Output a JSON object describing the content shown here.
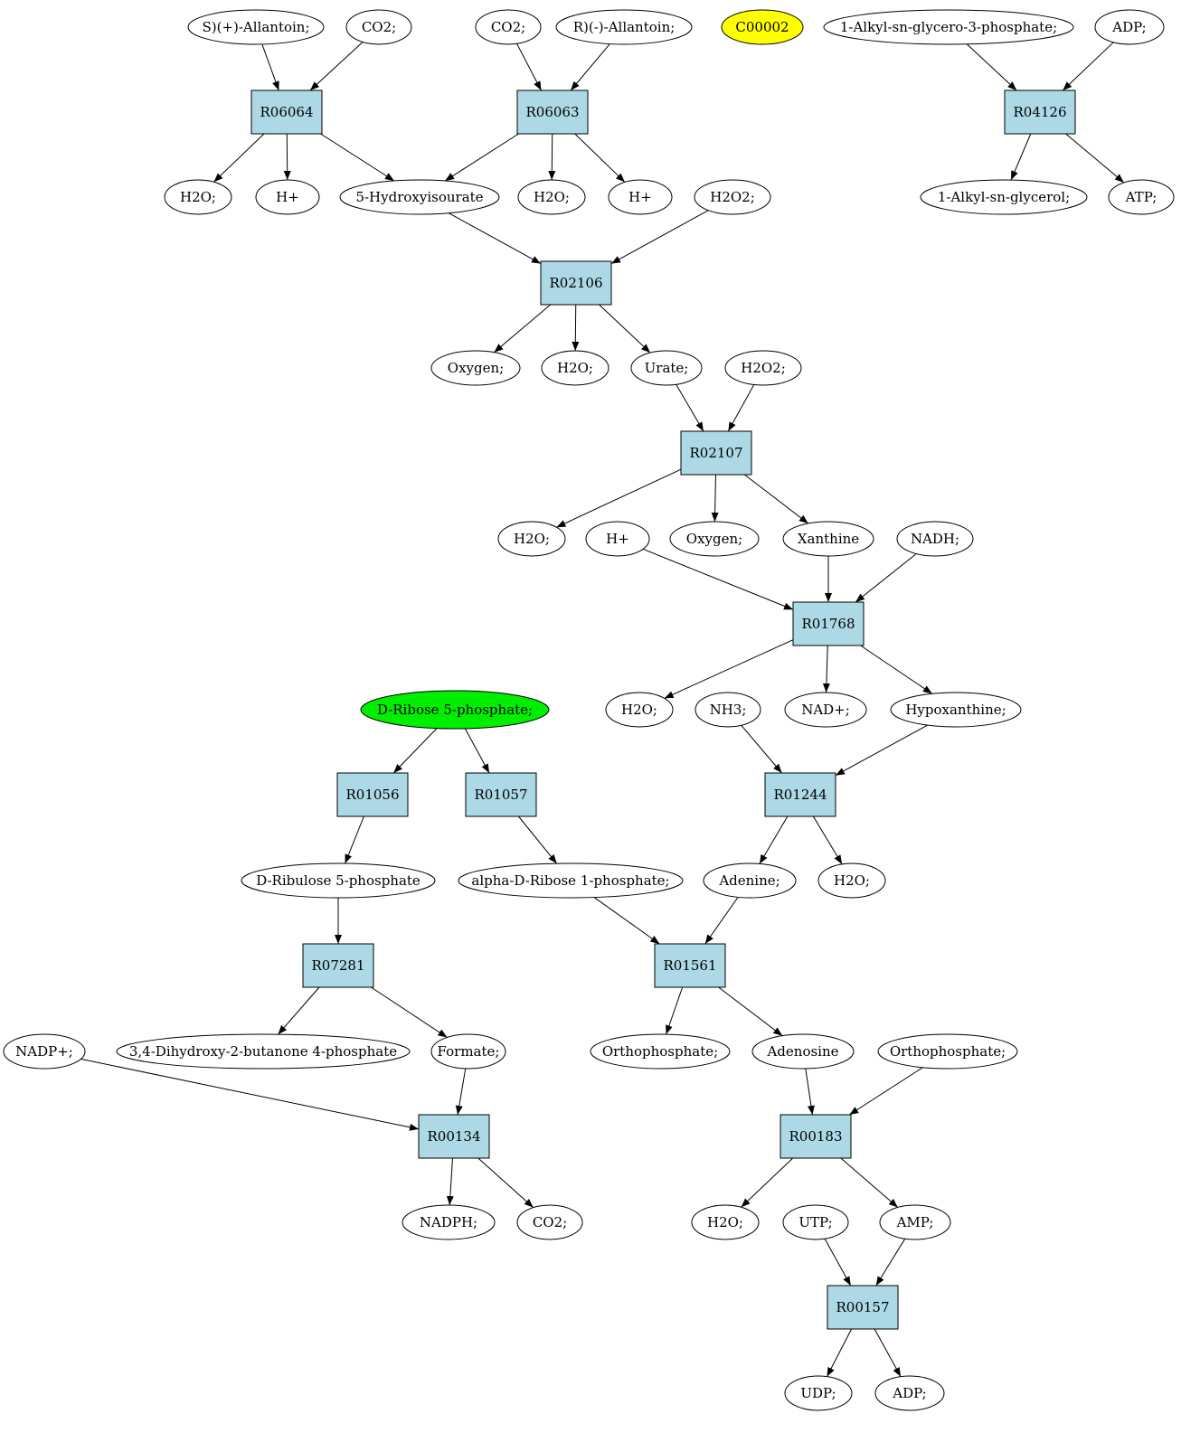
{
  "colors": {
    "reaction_fill": "#add8e6",
    "compound_fill": "#ffffff",
    "highlight_start": "#00ee00",
    "highlight_query": "#ffff00",
    "edge": "#000000"
  },
  "nodes": [
    {
      "id": "c1",
      "label": "S)(+)-Allantoin;",
      "kind": "compound"
    },
    {
      "id": "c2",
      "label": "CO2;",
      "kind": "compound"
    },
    {
      "id": "c3",
      "label": "CO2;",
      "kind": "compound"
    },
    {
      "id": "c4",
      "label": "R)(-)-Allantoin;",
      "kind": "compound"
    },
    {
      "id": "c5",
      "label": "C00002",
      "kind": "compound",
      "fill": "highlight_query"
    },
    {
      "id": "c6",
      "label": "1-Alkyl-sn-glycero-3-phosphate;",
      "kind": "compound"
    },
    {
      "id": "c7",
      "label": "ADP;",
      "kind": "compound"
    },
    {
      "id": "r1",
      "label": "R06064",
      "kind": "reaction"
    },
    {
      "id": "r2",
      "label": "R06063",
      "kind": "reaction"
    },
    {
      "id": "r3",
      "label": "R04126",
      "kind": "reaction"
    },
    {
      "id": "c8",
      "label": "H2O;",
      "kind": "compound"
    },
    {
      "id": "c9",
      "label": "H+",
      "kind": "compound"
    },
    {
      "id": "c10",
      "label": "5-Hydroxyisourate",
      "kind": "compound"
    },
    {
      "id": "c11",
      "label": "H2O;",
      "kind": "compound"
    },
    {
      "id": "c12",
      "label": "H+",
      "kind": "compound"
    },
    {
      "id": "c13",
      "label": "H2O2;",
      "kind": "compound"
    },
    {
      "id": "c14",
      "label": "1-Alkyl-sn-glycerol;",
      "kind": "compound"
    },
    {
      "id": "c15",
      "label": "ATP;",
      "kind": "compound"
    },
    {
      "id": "r4",
      "label": "R02106",
      "kind": "reaction"
    },
    {
      "id": "c16",
      "label": "Oxygen;",
      "kind": "compound"
    },
    {
      "id": "c17",
      "label": "H2O;",
      "kind": "compound"
    },
    {
      "id": "c18",
      "label": "Urate;",
      "kind": "compound"
    },
    {
      "id": "c19",
      "label": "H2O2;",
      "kind": "compound"
    },
    {
      "id": "r5",
      "label": "R02107",
      "kind": "reaction"
    },
    {
      "id": "c20",
      "label": "H2O;",
      "kind": "compound"
    },
    {
      "id": "c21",
      "label": "H+",
      "kind": "compound"
    },
    {
      "id": "c22",
      "label": "Oxygen;",
      "kind": "compound"
    },
    {
      "id": "c23",
      "label": "Xanthine",
      "kind": "compound"
    },
    {
      "id": "c24",
      "label": "NADH;",
      "kind": "compound"
    },
    {
      "id": "r6",
      "label": "R01768",
      "kind": "reaction"
    },
    {
      "id": "c25",
      "label": "H2O;",
      "kind": "compound"
    },
    {
      "id": "c26",
      "label": "NH3;",
      "kind": "compound"
    },
    {
      "id": "c27",
      "label": "NAD+;",
      "kind": "compound"
    },
    {
      "id": "c28",
      "label": "Hypoxanthine;",
      "kind": "compound"
    },
    {
      "id": "c29",
      "label": "D-Ribose 5-phosphate;",
      "kind": "compound",
      "fill": "highlight_start"
    },
    {
      "id": "r7",
      "label": "R01056",
      "kind": "reaction"
    },
    {
      "id": "r8",
      "label": "R01057",
      "kind": "reaction"
    },
    {
      "id": "r9",
      "label": "R01244",
      "kind": "reaction"
    },
    {
      "id": "c30",
      "label": "D-Ribulose 5-phosphate",
      "kind": "compound"
    },
    {
      "id": "c31",
      "label": "alpha-D-Ribose 1-phosphate;",
      "kind": "compound"
    },
    {
      "id": "c32",
      "label": "Adenine;",
      "kind": "compound"
    },
    {
      "id": "c33",
      "label": "H2O;",
      "kind": "compound"
    },
    {
      "id": "r10",
      "label": "R07281",
      "kind": "reaction"
    },
    {
      "id": "r11",
      "label": "R01561",
      "kind": "reaction"
    },
    {
      "id": "c34",
      "label": "NADP+;",
      "kind": "compound"
    },
    {
      "id": "c35",
      "label": "3,4-Dihydroxy-2-butanone 4-phosphate",
      "kind": "compound"
    },
    {
      "id": "c36",
      "label": "Formate;",
      "kind": "compound"
    },
    {
      "id": "c37",
      "label": "Orthophosphate;",
      "kind": "compound"
    },
    {
      "id": "c38",
      "label": "Adenosine",
      "kind": "compound"
    },
    {
      "id": "c39",
      "label": "Orthophosphate;",
      "kind": "compound"
    },
    {
      "id": "r12",
      "label": "R00134",
      "kind": "reaction"
    },
    {
      "id": "r13",
      "label": "R00183",
      "kind": "reaction"
    },
    {
      "id": "c40",
      "label": "NADPH;",
      "kind": "compound"
    },
    {
      "id": "c41",
      "label": "CO2;",
      "kind": "compound"
    },
    {
      "id": "c42",
      "label": "H2O;",
      "kind": "compound"
    },
    {
      "id": "c43",
      "label": "UTP;",
      "kind": "compound"
    },
    {
      "id": "c44",
      "label": "AMP;",
      "kind": "compound"
    },
    {
      "id": "r14",
      "label": "R00157",
      "kind": "reaction"
    },
    {
      "id": "c45",
      "label": "UDP;",
      "kind": "compound"
    },
    {
      "id": "c46",
      "label": "ADP;",
      "kind": "compound"
    }
  ],
  "edges": [
    [
      "c1",
      "r1"
    ],
    [
      "c2",
      "r1"
    ],
    [
      "r1",
      "c8"
    ],
    [
      "r1",
      "c9"
    ],
    [
      "r1",
      "c10"
    ],
    [
      "c3",
      "r2"
    ],
    [
      "c4",
      "r2"
    ],
    [
      "r2",
      "c10"
    ],
    [
      "r2",
      "c11"
    ],
    [
      "r2",
      "c12"
    ],
    [
      "c6",
      "r3"
    ],
    [
      "c7",
      "r3"
    ],
    [
      "r3",
      "c14"
    ],
    [
      "r3",
      "c15"
    ],
    [
      "c10",
      "r4"
    ],
    [
      "c13",
      "r4"
    ],
    [
      "r4",
      "c16"
    ],
    [
      "r4",
      "c17"
    ],
    [
      "r4",
      "c18"
    ],
    [
      "c18",
      "r5"
    ],
    [
      "c19",
      "r5"
    ],
    [
      "r5",
      "c20"
    ],
    [
      "r5",
      "c22"
    ],
    [
      "r5",
      "c23"
    ],
    [
      "c21",
      "r6"
    ],
    [
      "c23",
      "r6"
    ],
    [
      "c24",
      "r6"
    ],
    [
      "r6",
      "c25"
    ],
    [
      "r6",
      "c27"
    ],
    [
      "r6",
      "c28"
    ],
    [
      "c26",
      "r9"
    ],
    [
      "c28",
      "r9"
    ],
    [
      "r9",
      "c32"
    ],
    [
      "r9",
      "c33"
    ],
    [
      "c29",
      "r7"
    ],
    [
      "c29",
      "r8"
    ],
    [
      "r7",
      "c30"
    ],
    [
      "r8",
      "c31"
    ],
    [
      "c30",
      "r10"
    ],
    [
      "r10",
      "c35"
    ],
    [
      "r10",
      "c36"
    ],
    [
      "c31",
      "r11"
    ],
    [
      "c32",
      "r11"
    ],
    [
      "r11",
      "c37"
    ],
    [
      "r11",
      "c38"
    ],
    [
      "c34",
      "r12"
    ],
    [
      "c36",
      "r12"
    ],
    [
      "r12",
      "c40"
    ],
    [
      "r12",
      "c41"
    ],
    [
      "c38",
      "r13"
    ],
    [
      "c39",
      "r13"
    ],
    [
      "r13",
      "c42"
    ],
    [
      "r13",
      "c44"
    ],
    [
      "c43",
      "r14"
    ],
    [
      "c44",
      "r14"
    ],
    [
      "r14",
      "c45"
    ],
    [
      "r14",
      "c46"
    ]
  ]
}
